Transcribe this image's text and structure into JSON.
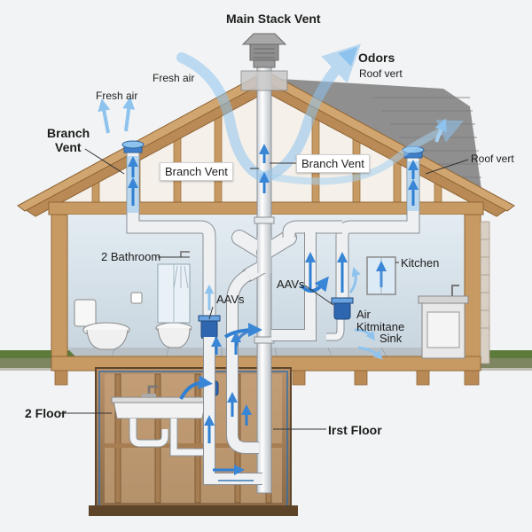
{
  "labels": {
    "main_stack_vent": "Main Stack Vent",
    "odors": "Odors",
    "roof_vert_right_top": "Roof vert",
    "fresh_air_top": "Fresh air",
    "fresh_air_left": "Fresh air",
    "branch_vent_left_line1": "Branch",
    "branch_vent_left_line2": "Vent",
    "branch_vent_center_left": "Branch Vent",
    "branch_vent_center_right": "Branch Vent",
    "roof_vert_right": "Roof vert",
    "bathroom": "2 Bathroom",
    "kitchen": "Kitchen",
    "aavs_left": "AAVs",
    "aavs_right": "AAVs",
    "air_line1": "Air",
    "air_line2": "Kitmitane",
    "air_line3": "Sink",
    "floor_2": "2 Floor",
    "first_floor": "Irst Floor"
  },
  "colors": {
    "pipe": "#eef0f2",
    "pipe_outline": "#8a9096",
    "air_flow": "#4a90d9",
    "wood": "#c59a66",
    "roof": "#8c8c8c",
    "wall": "#dfe8ee",
    "soil": "#6d5535"
  }
}
